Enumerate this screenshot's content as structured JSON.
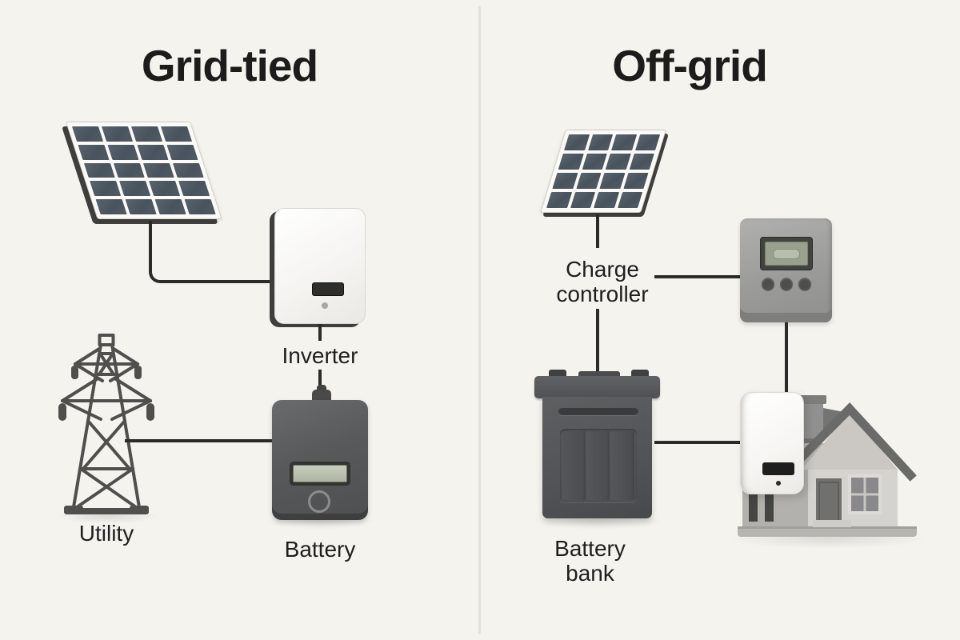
{
  "diagram": {
    "background_color": "#f5f3ee",
    "divider_color": "#e3e1dc",
    "connector_color": "#2b2b29",
    "text_color": "#1c1c1c",
    "left_system": {
      "title": "Grid-tied",
      "solar_panel": {
        "rows": 5,
        "cols": 4,
        "cell_color": "#4d5862"
      },
      "labels": {
        "inverter": "Inverter",
        "utility": "Utility",
        "battery": "Battery"
      }
    },
    "right_system": {
      "title": "Off-grid",
      "solar_panel": {
        "rows": 4,
        "cols": 4,
        "cell_color": "#4d5862"
      },
      "labels": {
        "charge_controller": "Charge controller",
        "battery_bank": "Battery bank"
      }
    }
  }
}
